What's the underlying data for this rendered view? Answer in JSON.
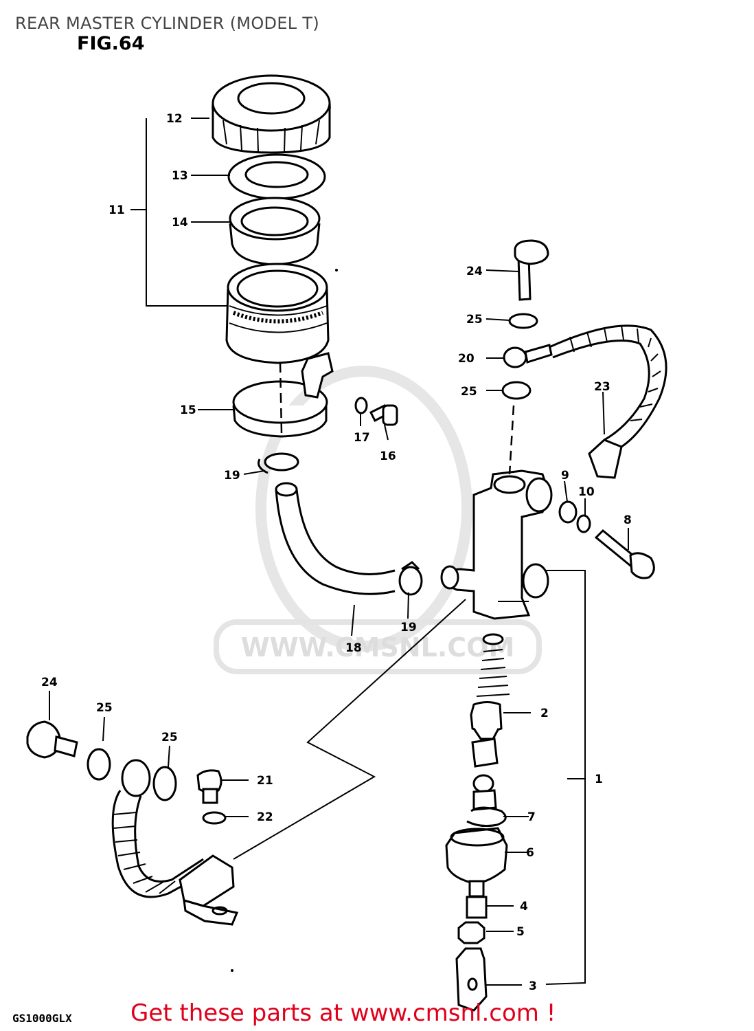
{
  "title": "REAR MASTER CYLINDER (MODEL T)",
  "figure": "FIG.64",
  "model_code": "GS1000GLX",
  "watermark": "WWW.CMSNL.COM",
  "cta": "Get these parts at www.cmsnl.com !",
  "labels": {
    "l1": "1",
    "l2": "2",
    "l3": "3",
    "l4": "4",
    "l5": "5",
    "l6": "6",
    "l7": "7",
    "l8": "8",
    "l9": "9",
    "l10": "10",
    "l11": "11",
    "l12": "12",
    "l13": "13",
    "l14": "14",
    "l15": "15",
    "l16": "16",
    "l17": "17",
    "l18": "18",
    "l19a": "19",
    "l19b": "19",
    "l20": "20",
    "l21": "21",
    "l22": "22",
    "l23": "23",
    "l24a": "24",
    "l24b": "24",
    "l25a": "25",
    "l25b": "25",
    "l25c": "25",
    "l25d": "25"
  }
}
